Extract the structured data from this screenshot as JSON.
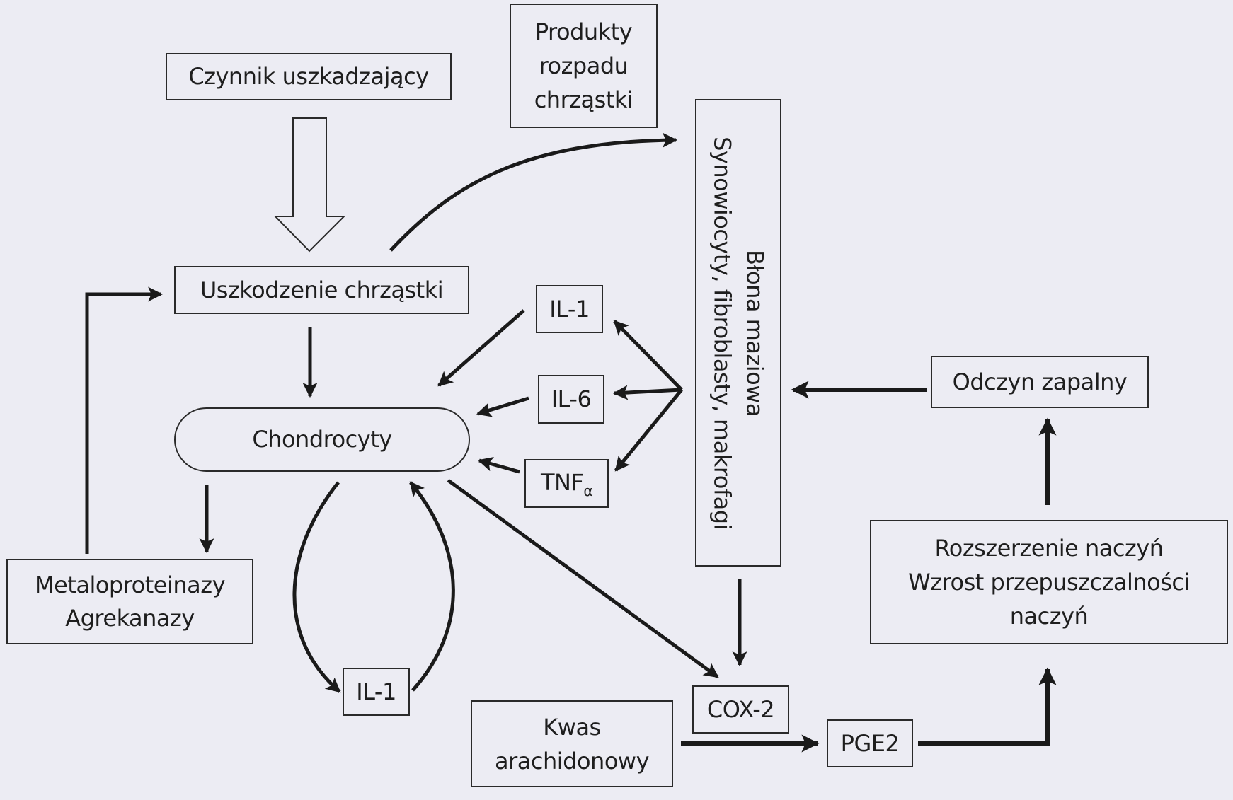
{
  "diagram": {
    "title": "Patogeneza uszkodzenia chrząstki stawowej",
    "nodes": {
      "czynnik": {
        "label": "Czynnik uszkadzający"
      },
      "uszkodzenie": {
        "label": "Uszkodzenie chrząstki"
      },
      "chondrocyty": {
        "label": "Chondrocyty"
      },
      "metaloproteinazy": {
        "lines": [
          "Metaloproteinazy",
          "Agrekanazy"
        ]
      },
      "il1_bottom": {
        "label": "IL-1"
      },
      "produkty": {
        "lines": [
          "Produkty",
          "rozpadu",
          "chrząstki"
        ]
      },
      "blona": {
        "lines": [
          "Błona maziowa",
          "Synowiocyty, fibroblasty, makrofagi"
        ]
      },
      "il1_top": {
        "label": "IL-1"
      },
      "il6": {
        "label": "IL-6"
      },
      "tnf": {
        "label": "TNF",
        "subscript": "α"
      },
      "odczyn": {
        "label": "Odczyn zapalny"
      },
      "rozszerzenie": {
        "lines": [
          "Rozszerzenie naczyń",
          "Wzrost przepuszczalności",
          "naczyń"
        ]
      },
      "cox2": {
        "label": "COX-2"
      },
      "kwas": {
        "lines": [
          "Kwas",
          "arachidonowy"
        ]
      },
      "pge2": {
        "label": "PGE2"
      }
    },
    "edges": [
      {
        "from": "Czynnik uszkadzający",
        "to": "Uszkodzenie chrząstki",
        "style": "hollow"
      },
      {
        "from": "Uszkodzenie chrząstki",
        "to": "Chondrocyty"
      },
      {
        "from": "Uszkodzenie chrząstki",
        "to": "Błona maziowa (Produkty rozpadu chrząstki)"
      },
      {
        "from": "Chondrocyty",
        "to": "Metaloproteinazy / Agrekanazy"
      },
      {
        "from": "Metaloproteinazy / Agrekanazy",
        "to": "Uszkodzenie chrząstki"
      },
      {
        "from": "Chondrocyty",
        "to": "IL-1 (bottom)"
      },
      {
        "from": "IL-1 (bottom)",
        "to": "Chondrocyty"
      },
      {
        "from": "Błona maziowa",
        "to": "IL-1"
      },
      {
        "from": "Błona maziowa",
        "to": "IL-6"
      },
      {
        "from": "Błona maziowa",
        "to": "TNFα"
      },
      {
        "from": "IL-1",
        "to": "Chondrocyty"
      },
      {
        "from": "IL-6",
        "to": "Chondrocyty"
      },
      {
        "from": "TNFα",
        "to": "Chondrocyty"
      },
      {
        "from": "Chondrocyty",
        "to": "COX-2"
      },
      {
        "from": "Błona maziowa",
        "to": "COX-2"
      },
      {
        "from": "Kwas arachidonowy",
        "to": "PGE2"
      },
      {
        "from": "PGE2",
        "to": "Rozszerzenie naczyń"
      },
      {
        "from": "Rozszerzenie naczyń",
        "to": "Odczyn zapalny"
      },
      {
        "from": "Odczyn zapalny",
        "to": "Błona maziowa"
      }
    ]
  }
}
